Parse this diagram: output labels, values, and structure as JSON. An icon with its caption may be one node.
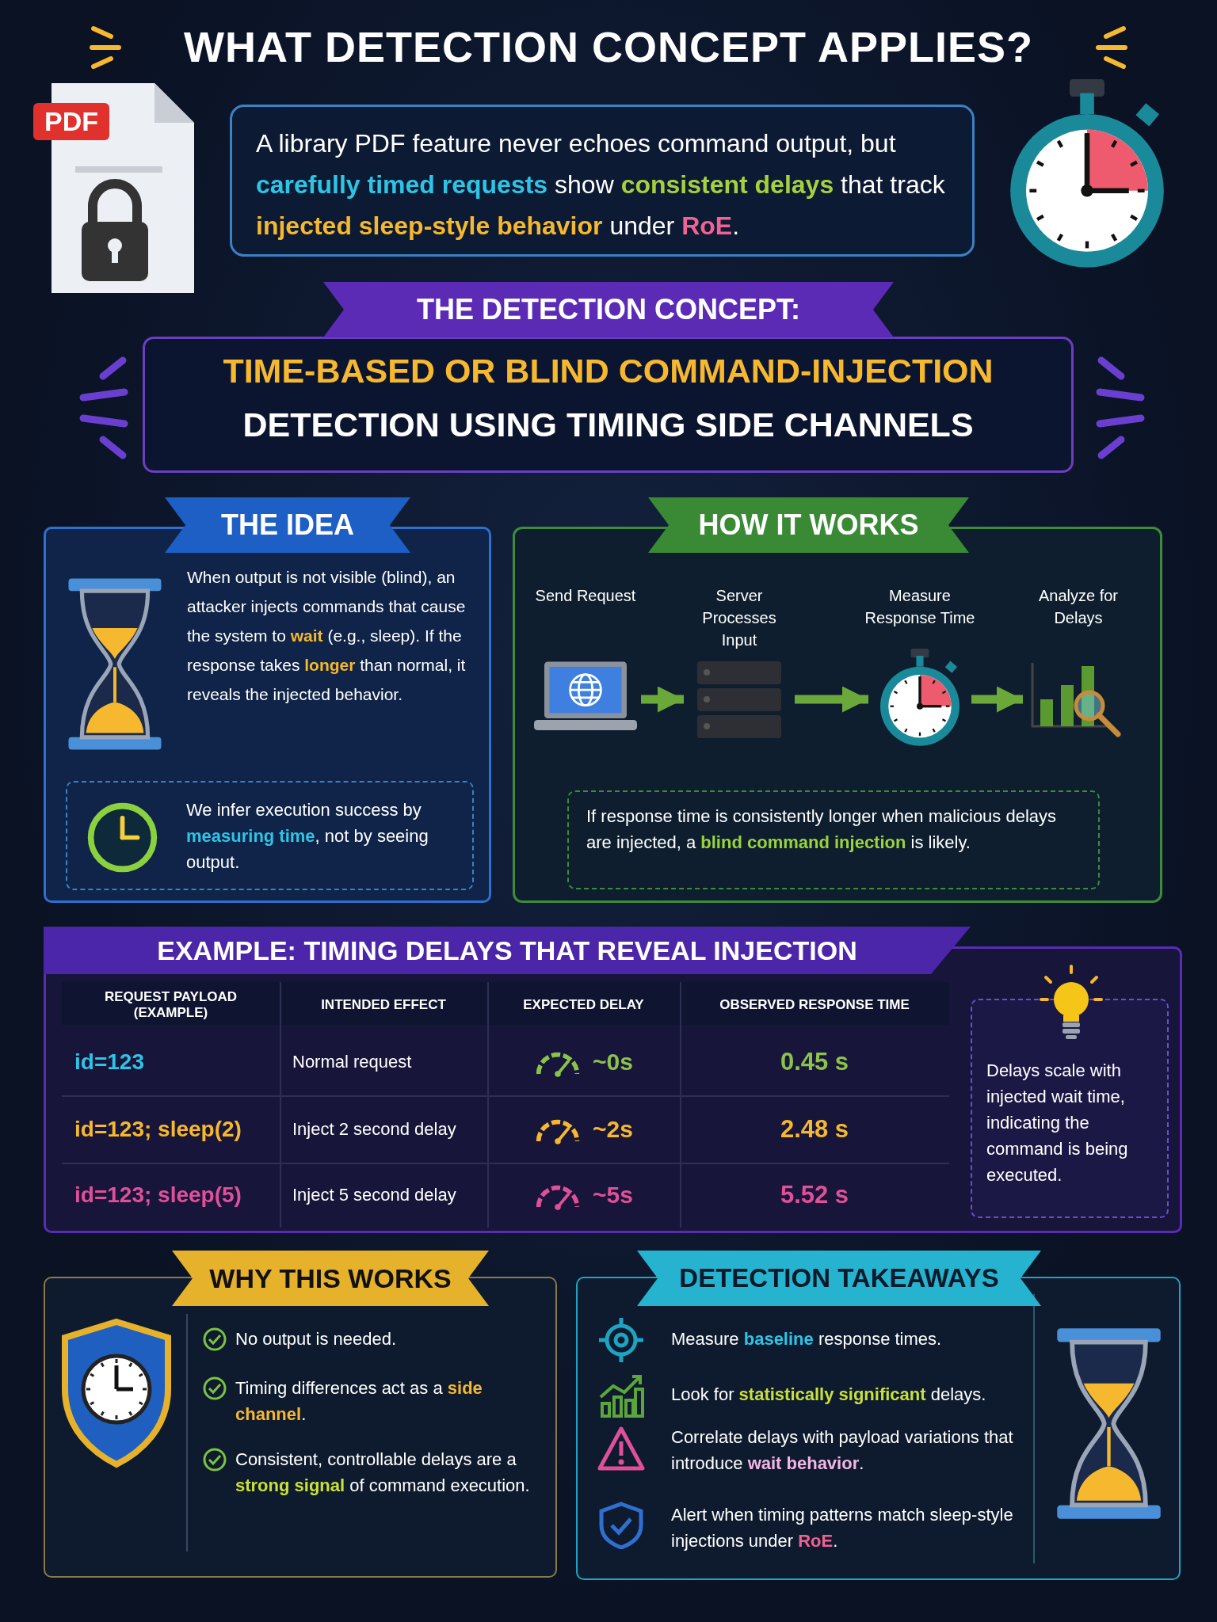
{
  "diagram": {
    "title": "WHAT DETECTION CONCEPT APPLIES?",
    "nodes": [
      {
        "text": [
          "A library PDF feature never echoes command output, but **carefully timed requests** show **consistent delays** that track **injected sleep-style behavior** under **RoE**."
        ]
      },
      {
        "text": [
          "THE DETECTION CONCEPT:",
          "TIME-BASED OR BLIND COMMAND-INJECTION",
          "DETECTION USING TIMING SIDE CHANNELS"
        ]
      },
      {
        "text": [
          "THE IDEA",
          "When output is not visible (blind), an attacker injects commands that cause the system to **wait** (e.g., sleep). If the response takes **longer** than normal, it reveals the injected behavior."
        ]
      },
      {
        "text": [
          "We infer execution success by **measuring time**, not by seeing output."
        ],
        "in": 2
      },
      {
        "text": [
          "HOW IT WORKS"
        ]
      },
      {
        "text": [
          "Send Request"
        ],
        "in": 4
      },
      {
        "text": [
          "Server Processes Input"
        ],
        "in": 4
      },
      {
        "text": [
          "Measure Response Time"
        ],
        "in": 4
      },
      {
        "text": [
          "Analyze for Delays"
        ],
        "in": 4
      },
      {
        "text": [
          "If response time is consistently longer when malicious delays are injected, a **blind command injection** is likely."
        ],
        "in": 4
      },
      {
        "text": [
          "EXAMPLE: TIMING DELAYS THAT REVEAL INJECTION"
        ]
      },
      {
        "text": [
          "Delays scale with injected wait time, indicating the command is being executed."
        ],
        "in": 10
      },
      {
        "text": [
          "WHY THIS WORKS",
          "No output is needed.",
          "Timing differences act as a **side channel**.",
          "Consistent, controllable delays are a **strong signal** of command execution."
        ]
      },
      {
        "text": [
          "DETECTION TAKEAWAYS",
          "Measure **baseline** response times.",
          "Look for **statistically significant** delays.",
          "Correlate delays with payload variations that introduce **wait behavior**.",
          "Alert when timing patterns match sleep-style injections under **RoE**."
        ]
      }
    ],
    "edges": [
      {
        "from": 5,
        "to": 6,
        "arrow": "to"
      },
      {
        "from": 6,
        "to": 7,
        "arrow": "to"
      },
      {
        "from": 7,
        "to": 8,
        "arrow": "to"
      }
    ],
    "labels": [
      "PDF",
      "REQUEST PAYLOAD (EXAMPLE)",
      "INTENDED EFFECT",
      "EXPECTED DELAY",
      "OBSERVED RESPONSE TIME",
      "id=123",
      "Normal request",
      "~0s",
      "0.45 s",
      "id=123; sleep(2)",
      "Inject 2 second delay",
      "~2s",
      "2.48 s",
      "id=123; sleep(5)",
      "Inject 5 second delay",
      "~5s",
      "5.52 s"
    ]
  }
}
